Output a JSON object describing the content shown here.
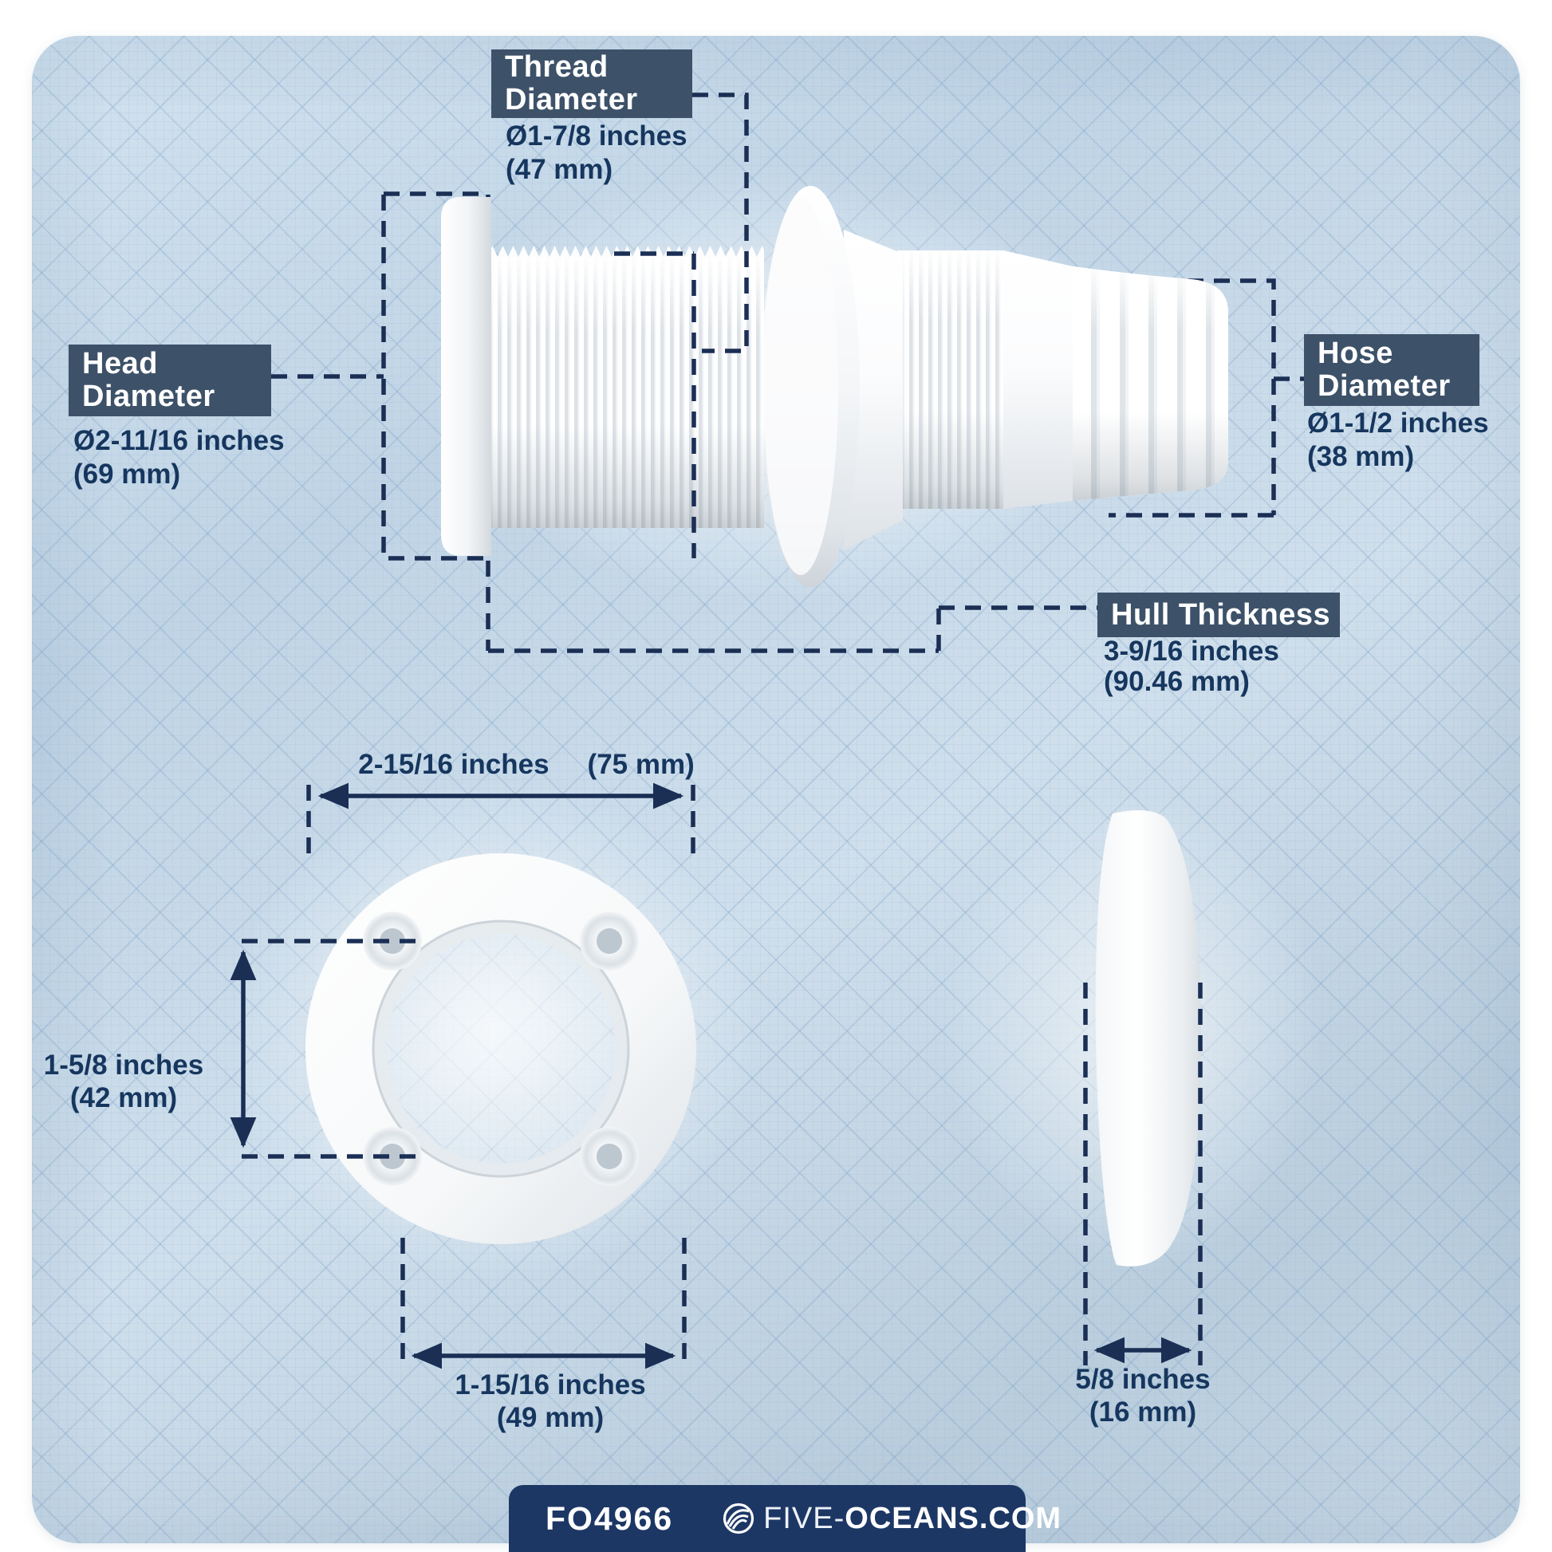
{
  "product": {
    "sku": "FO4966",
    "brand_prefix": "FIVE-",
    "brand_suffix": "OCEANS.COM"
  },
  "callouts": {
    "thread": {
      "title_line1": "Thread",
      "title_line2": "Diameter",
      "value": "Ø1-7/8 inches",
      "metric": "(47 mm)"
    },
    "head": {
      "title_line1": "Head",
      "title_line2": "Diameter",
      "value": "Ø2-11/16 inches",
      "metric": "(69 mm)"
    },
    "hose": {
      "title_line1": "Hose",
      "title_line2": "Diameter",
      "value": "Ø1-1/2 inches",
      "metric": "(38 mm)"
    },
    "hull": {
      "title": "Hull Thickness",
      "value": "3-9/16 inches",
      "metric": "(90.46 mm)"
    }
  },
  "front_view": {
    "outer_diameter": {
      "value": "2-15/16 inches",
      "metric": "(75 mm)"
    },
    "hole_spacing": {
      "value": "1-5/8 inches",
      "metric": "(42 mm)"
    },
    "inner_diameter": {
      "value": "1-15/16 inches",
      "metric": "(49 mm)"
    }
  },
  "side_view": {
    "thickness": {
      "value": "5/8 inches",
      "metric": "(16 mm)"
    }
  },
  "colors": {
    "label_box": "#3d5269",
    "dimension_text": "#16365e",
    "dash_line": "#1b2f55",
    "footer_bar": "#1d3765",
    "footer_divider": "#2b50e6",
    "background": "#c8daea"
  }
}
